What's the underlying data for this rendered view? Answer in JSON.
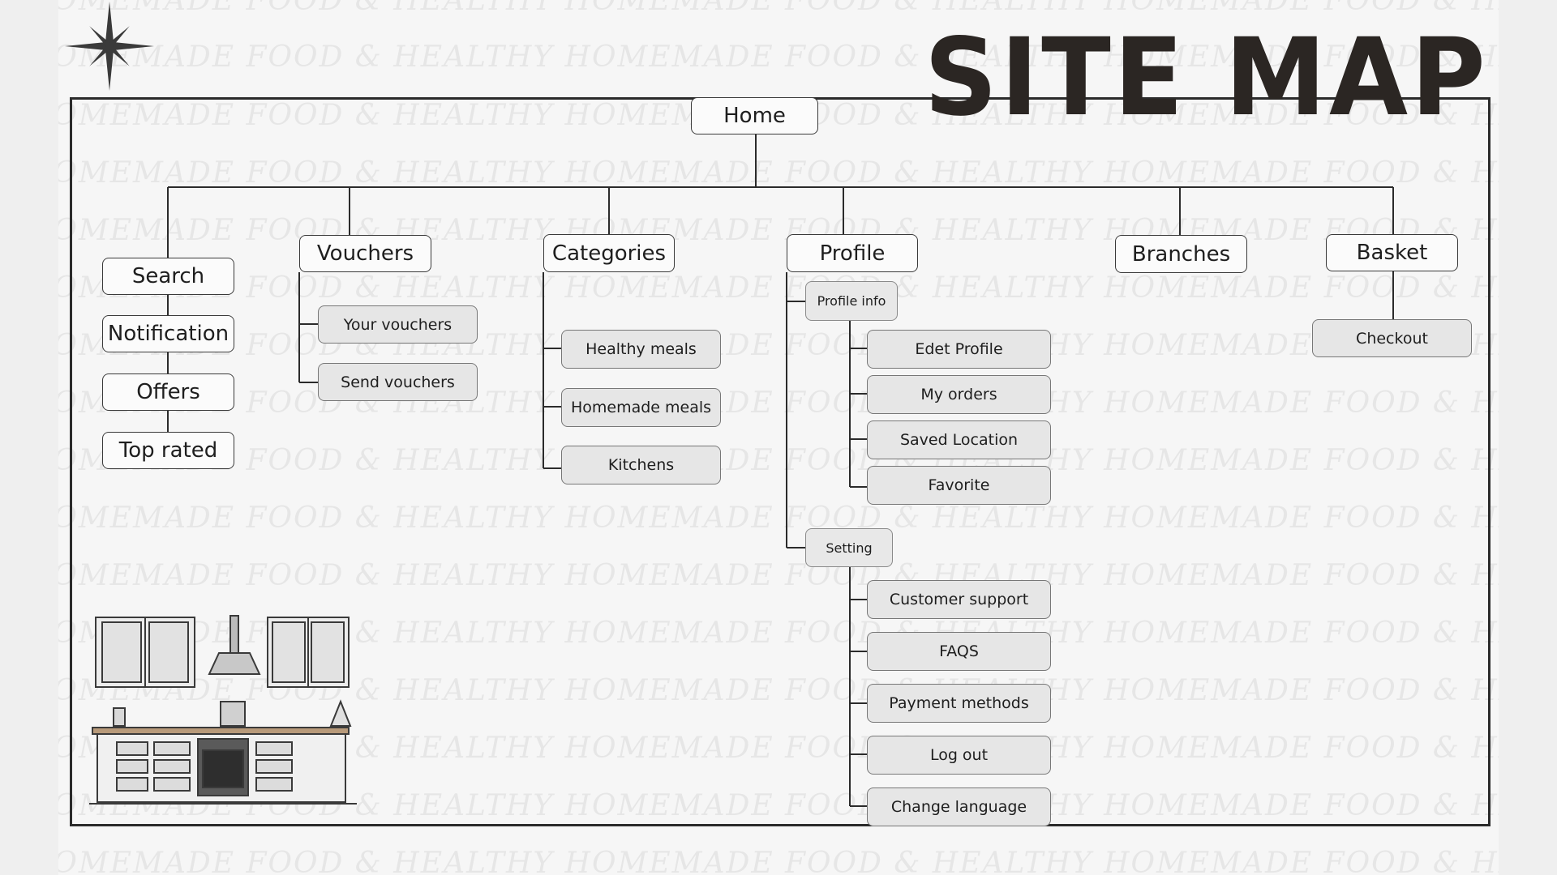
{
  "title": "SITE MAP",
  "watermark": "HOMEMADE FOOD & HEALTHY",
  "colors": {
    "background": "#f6f6f6",
    "frame": "#2b2b2b",
    "node_fill": "#fbfbfb",
    "leaf_fill": "#e6e6e6"
  },
  "sitemap": {
    "root": "Home",
    "search_column": [
      "Search",
      "Notification",
      "Offers",
      "Top rated"
    ],
    "vouchers": {
      "label": "Vouchers",
      "children": [
        "Your vouchers",
        "Send vouchers"
      ]
    },
    "categories": {
      "label": "Categories",
      "children": [
        "Healthy meals",
        "Homemade meals",
        "Kitchens"
      ]
    },
    "profile": {
      "label": "Profile",
      "profile_info": {
        "label": "Profile info",
        "children": [
          "Edet Profile",
          "My orders",
          "Saved Location",
          "Favorite"
        ]
      },
      "setting": {
        "label": "Setting",
        "children": [
          "Customer support",
          "FAQS",
          "Payment methods",
          "Log out",
          "Change language"
        ]
      }
    },
    "branches": {
      "label": "Branches"
    },
    "basket": {
      "label": "Basket",
      "children": [
        "Checkout"
      ]
    }
  },
  "icons": {
    "decoration_top_left": "four-point-star-icon",
    "illustration_bottom_left": "kitchen-illustration"
  }
}
